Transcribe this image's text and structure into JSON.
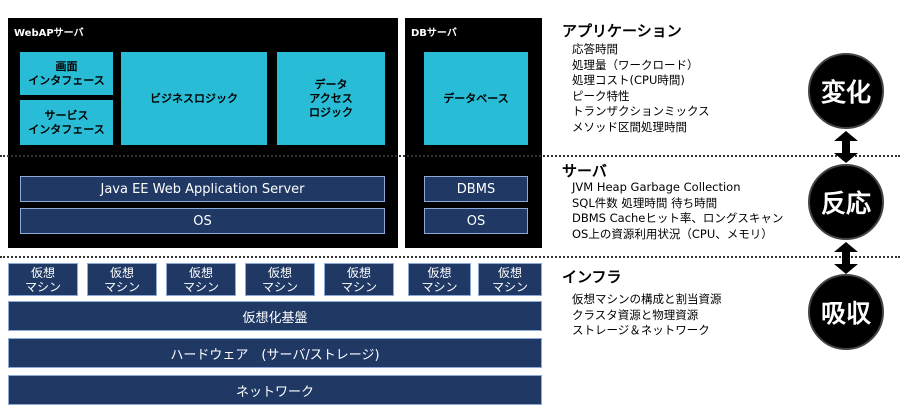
{
  "webap": {
    "title": "WebAPサーバ",
    "screen_if": "画面\nインタフェース",
    "service_if": "サービス\nインタフェース",
    "business_logic": "ビジネスロジック",
    "data_access": "データ\nアクセス\nロジック",
    "app_server": "Java EE Web Application Server",
    "os": "OS"
  },
  "db": {
    "title": "DBサーバ",
    "database": "データベース",
    "dbms": "DBMS",
    "os": "OS"
  },
  "infra": {
    "vms": [
      "仮想\nマシン",
      "仮想\nマシン",
      "仮想\nマシン",
      "仮想\nマシン",
      "仮想\nマシン",
      "仮想\nマシン",
      "仮想\nマシン"
    ],
    "virtualization": "仮想化基盤",
    "hardware": "ハードウェア　(サーバ/ストレージ)",
    "network": "ネットワーク"
  },
  "sections": {
    "application": {
      "heading": "アプリケーション",
      "items": [
        "応答時間",
        "処理量（ワークロード）",
        "処理コスト(CPU時間)",
        "ピーク特性",
        "トランザクションミックス",
        "メソッド区間処理時間"
      ]
    },
    "server": {
      "heading": "サーバ",
      "items": [
        "JVM Heap Garbage Collection",
        "SQL件数 処理時間 待ち時間",
        "DBMS Cacheヒット率、ロングスキャン",
        "OS上の資源利用状況（CPU、メモリ）"
      ]
    },
    "infra": {
      "heading": "インフラ",
      "items": [
        "仮想マシンの構成と割当資源",
        "クラスタ資源と物理資源",
        "ストレージ＆ネットワーク"
      ]
    }
  },
  "circles": {
    "change": "変化",
    "reaction": "反応",
    "absorption": "吸収"
  }
}
